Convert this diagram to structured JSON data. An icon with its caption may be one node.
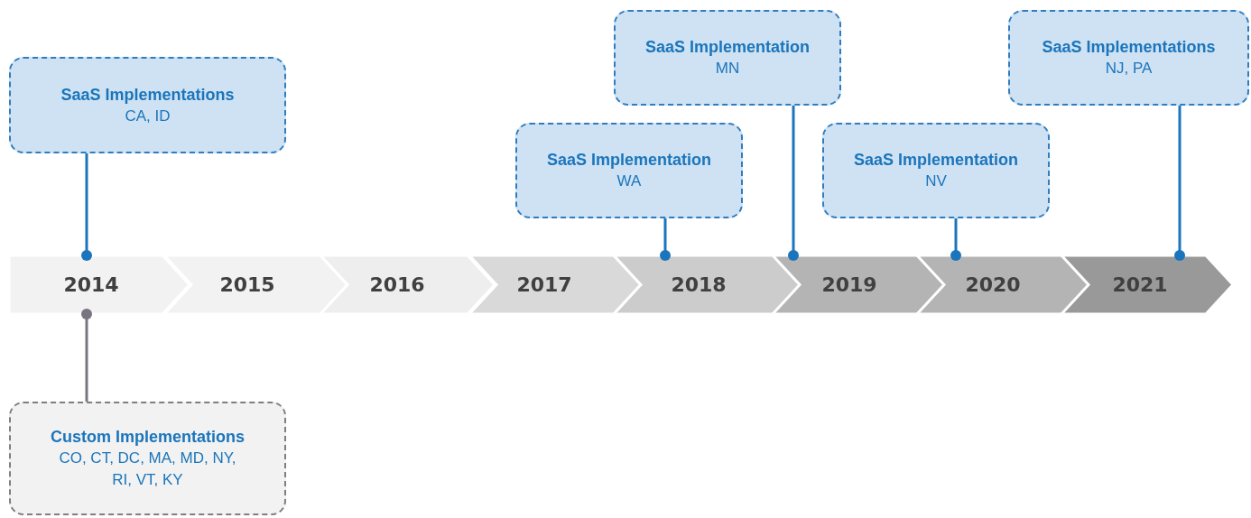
{
  "diagram": {
    "nodes": [
      {
        "text": [
          "SaaS Implementations",
          "CA, ID"
        ]
      },
      {
        "text": [
          "SaaS Implementation",
          "MN"
        ]
      },
      {
        "text": [
          "SaaS Implementations",
          "NJ, PA"
        ]
      },
      {
        "text": [
          "SaaS Implementation",
          "WA"
        ]
      },
      {
        "text": [
          "SaaS Implementation",
          "NV"
        ]
      },
      {
        "text": [
          "2014"
        ]
      },
      {
        "text": [
          "2015"
        ]
      },
      {
        "text": [
          "2016"
        ]
      },
      {
        "text": [
          "2017"
        ]
      },
      {
        "text": [
          "2018"
        ]
      },
      {
        "text": [
          "2019"
        ]
      },
      {
        "text": [
          "2020"
        ]
      },
      {
        "text": [
          "2021"
        ]
      },
      {
        "text": [
          "Custom Implementations",
          "CO, CT, DC, MA, MD, NY, RI, VT, KY"
        ]
      }
    ],
    "edges": [
      {
        "from": 0,
        "to": 5,
        "arrow": "other"
      },
      {
        "from": 3,
        "to": 9,
        "arrow": "other"
      },
      {
        "from": 1,
        "to": 10,
        "arrow": "other"
      },
      {
        "from": 4,
        "to": 11,
        "arrow": "other"
      },
      {
        "from": 2,
        "to": 12,
        "arrow": "other"
      },
      {
        "from": 13,
        "to": 5,
        "arrow": "other",
        "color": "#7a7480"
      }
    ]
  }
}
